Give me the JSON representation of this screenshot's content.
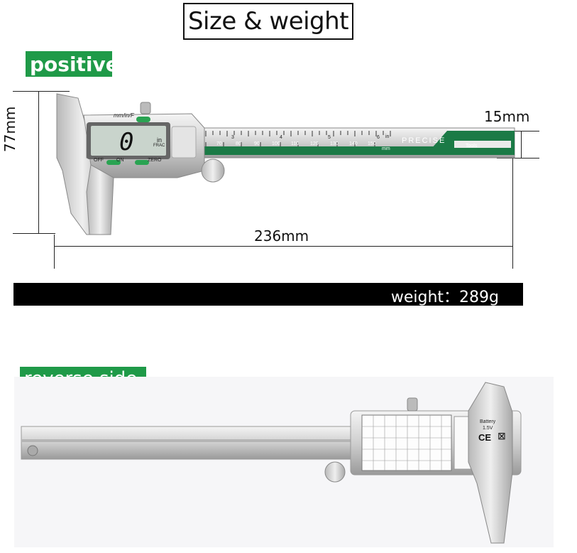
{
  "title": "Size & weight",
  "tags": {
    "positive": "positive",
    "reverse": "reverse side"
  },
  "dimensions": {
    "height": "77mm",
    "thickness": "15mm",
    "length": "236mm"
  },
  "weight": "weight：289g",
  "caliper_front": {
    "button_mode": "mm/in/F",
    "display_value": "0",
    "display_unit_in": "in",
    "display_unit_frac": "FRAC",
    "button_off": "OFF",
    "button_on": "ON",
    "button_zero": "ZERO",
    "brand": "PRECISE",
    "brand_tag": "Tools",
    "scale_unit_mm": "mm",
    "scale_unit_in": "in",
    "mm_labels": [
      "70",
      "80",
      "90",
      "100",
      "110",
      "120",
      "130",
      "140",
      "150"
    ],
    "in_labels": [
      "3",
      "4",
      "5",
      "6"
    ]
  },
  "caliper_back": {
    "battery_label": "Battery",
    "battery_value": "1.5V",
    "ce_mark": "CE"
  }
}
